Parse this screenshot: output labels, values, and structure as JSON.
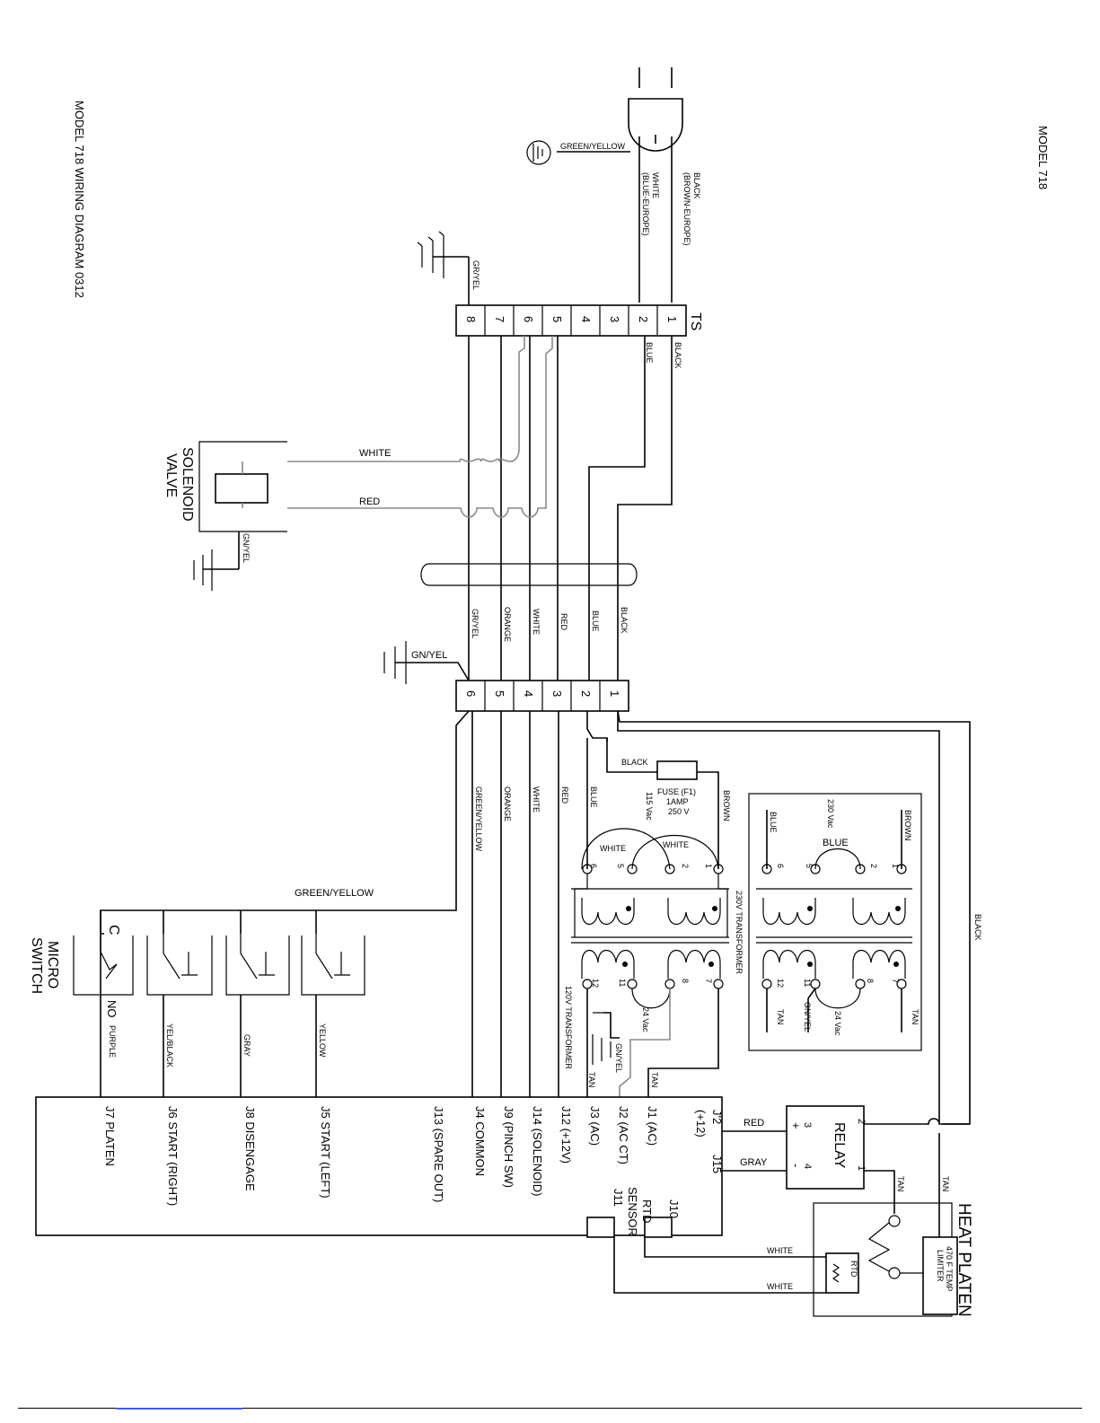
{
  "title_left": "MODEL 718 WIRING DIAGRAM 0312",
  "title_right": "MODEL 718",
  "plug": {
    "ground_wire": "GREEN/YELLOW",
    "white_wire": "WHITE",
    "white_wire_eu": "(BLUE-EUROPE)",
    "black_wire": "BLACK",
    "black_wire_eu": "(BROWN-EUROPE)"
  },
  "terminal_strip": {
    "label": "TS",
    "numbers": [
      "1",
      "2",
      "3",
      "4",
      "5",
      "6",
      "7",
      "8"
    ],
    "out_labels": {
      "t1": "BLACK",
      "t2": "BLUE",
      "t8": "GR/YEL"
    }
  },
  "solenoid_valve": {
    "label_line1": "SOLENOID",
    "label_line2": "VALVE",
    "wire_white": "WHITE",
    "wire_red": "RED",
    "ground": "GN/YEL"
  },
  "harness_labels": [
    "BLACK",
    "BLUE",
    "RED",
    "WHITE",
    "ORANGE",
    "GR/YEL"
  ],
  "connector6": {
    "numbers": [
      "1",
      "2",
      "3",
      "4",
      "5",
      "6"
    ],
    "ground": "GN/YEL"
  },
  "lower_wires": [
    "BLUE",
    "RED",
    "WHITE",
    "ORANGE",
    "GREEN/YELLOW",
    "BLACK",
    "BROWN",
    "BLACK"
  ],
  "fuse": {
    "label": "FUSE (F1)",
    "rating": "1AMP",
    "voltage": "250 V",
    "input_voltage": "115 Vac"
  },
  "transformer_120": {
    "title": "120V TRANSFORMER",
    "jumper": "WHITE",
    "jumper2": "WHITE",
    "pins_primary": [
      "6",
      "5",
      "2",
      "1"
    ],
    "pins_secondary": [
      "12",
      "11",
      "8",
      "7"
    ],
    "secondary_voltage": "24 Vac",
    "ground": "GN/YEL",
    "tan": "TAN",
    "tan2": "TAN"
  },
  "transformer_230": {
    "title": "230V TRANSFORMER",
    "wire_left": "BLUE",
    "wire_right": "BROWN",
    "input_voltage": "230 Vac",
    "jumper": "BLUE",
    "pins_primary": [
      "6",
      "5",
      "2",
      "1"
    ],
    "pins_secondary": [
      "12",
      "11",
      "8",
      "7"
    ],
    "secondary_voltage": "24 Vac",
    "tan_left": "TAN",
    "gnyel": "GN/YEL",
    "tan_right": "TAN"
  },
  "switches": {
    "ground_bus": "GREEN/YELLOW",
    "micro_line1": "MICRO",
    "micro_line2": "SWITCH",
    "common_label": "C",
    "no_label": "NO",
    "wires": [
      "PURPLE",
      "YEL/BLACK",
      "GRAY",
      "YELLOW"
    ]
  },
  "controller": {
    "pins": [
      "J7 PLATEN",
      "J6 START (RIGHT)",
      "J8 DISENGAGE",
      "J5 START (LEFT)",
      "J13 (SPARE OUT)",
      "J4 COMMON",
      "J9 (PINCH SW)",
      "J14 (SOLENOID)",
      "J12 (+12V)",
      "J3 (AC)",
      "J2 (AC CT)",
      "J1 (AC)"
    ],
    "j2_label": "J'2",
    "j2_sub": "(+12)",
    "j15": "J15",
    "j10": "J10",
    "j11": "J11",
    "rtd_line1": "RTD",
    "rtd_line2": "SENSOR"
  },
  "relay": {
    "label": "RELAY",
    "pins": [
      "3",
      "+",
      "4",
      "-",
      "2",
      "1"
    ],
    "wire_red": "RED",
    "wire_gray": "GRAY",
    "tan_a": "TAN",
    "tan_b": "TAN"
  },
  "heat_platen": {
    "label": "HEAT PLATEN",
    "limiter_line1": "470 F TEMP",
    "limiter_line2": "LIMITER",
    "rtd": "RTD",
    "wire_white_a": "WHITE",
    "wire_white_b": "WHITE"
  },
  "colors": {
    "ink": "#000000",
    "gray_wire": "#8a8a8a",
    "link": "#4a5adf"
  }
}
